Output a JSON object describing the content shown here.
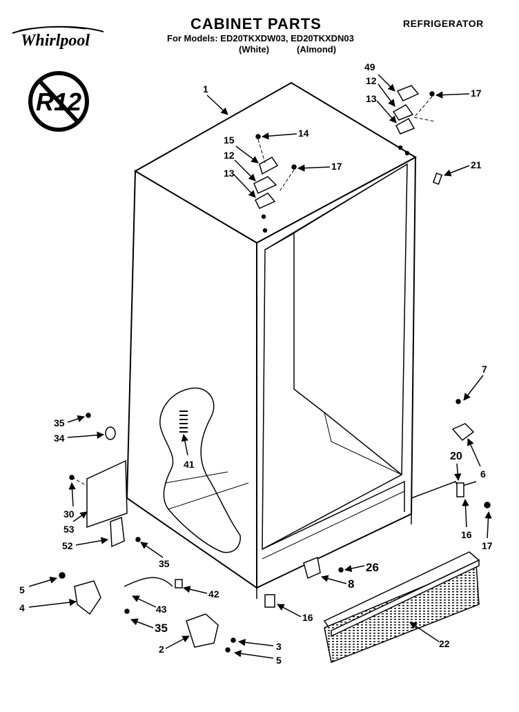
{
  "header": {
    "title": "CABINET PARTS",
    "models_line": "For Models: ED20TKXDW03, ED20TKXDN03",
    "variant_white": "(White)",
    "variant_almond": "(Almond)",
    "product": "REFRIGERATOR",
    "brand": "Whirlpool",
    "badge": "R12"
  },
  "callouts": {
    "c1": "1",
    "c49": "49",
    "c12a": "12",
    "c17a": "17",
    "c13a": "13",
    "c15": "15",
    "c14": "14",
    "c12b": "12",
    "c17b": "17",
    "c13b": "13",
    "c21": "21",
    "c7": "7",
    "c35a": "35",
    "c34": "34",
    "c41": "41",
    "c6": "6",
    "c20": "20",
    "c30": "30",
    "c53": "53",
    "c16a": "16",
    "c17c": "17",
    "c52": "52",
    "c35b": "35",
    "c26": "26",
    "c8": "8",
    "c5a": "5",
    "c42": "42",
    "c4": "4",
    "c43": "43",
    "c16b": "16",
    "c35c": "35",
    "c22": "22",
    "c3": "3",
    "c2": "2",
    "c5b": "5"
  }
}
